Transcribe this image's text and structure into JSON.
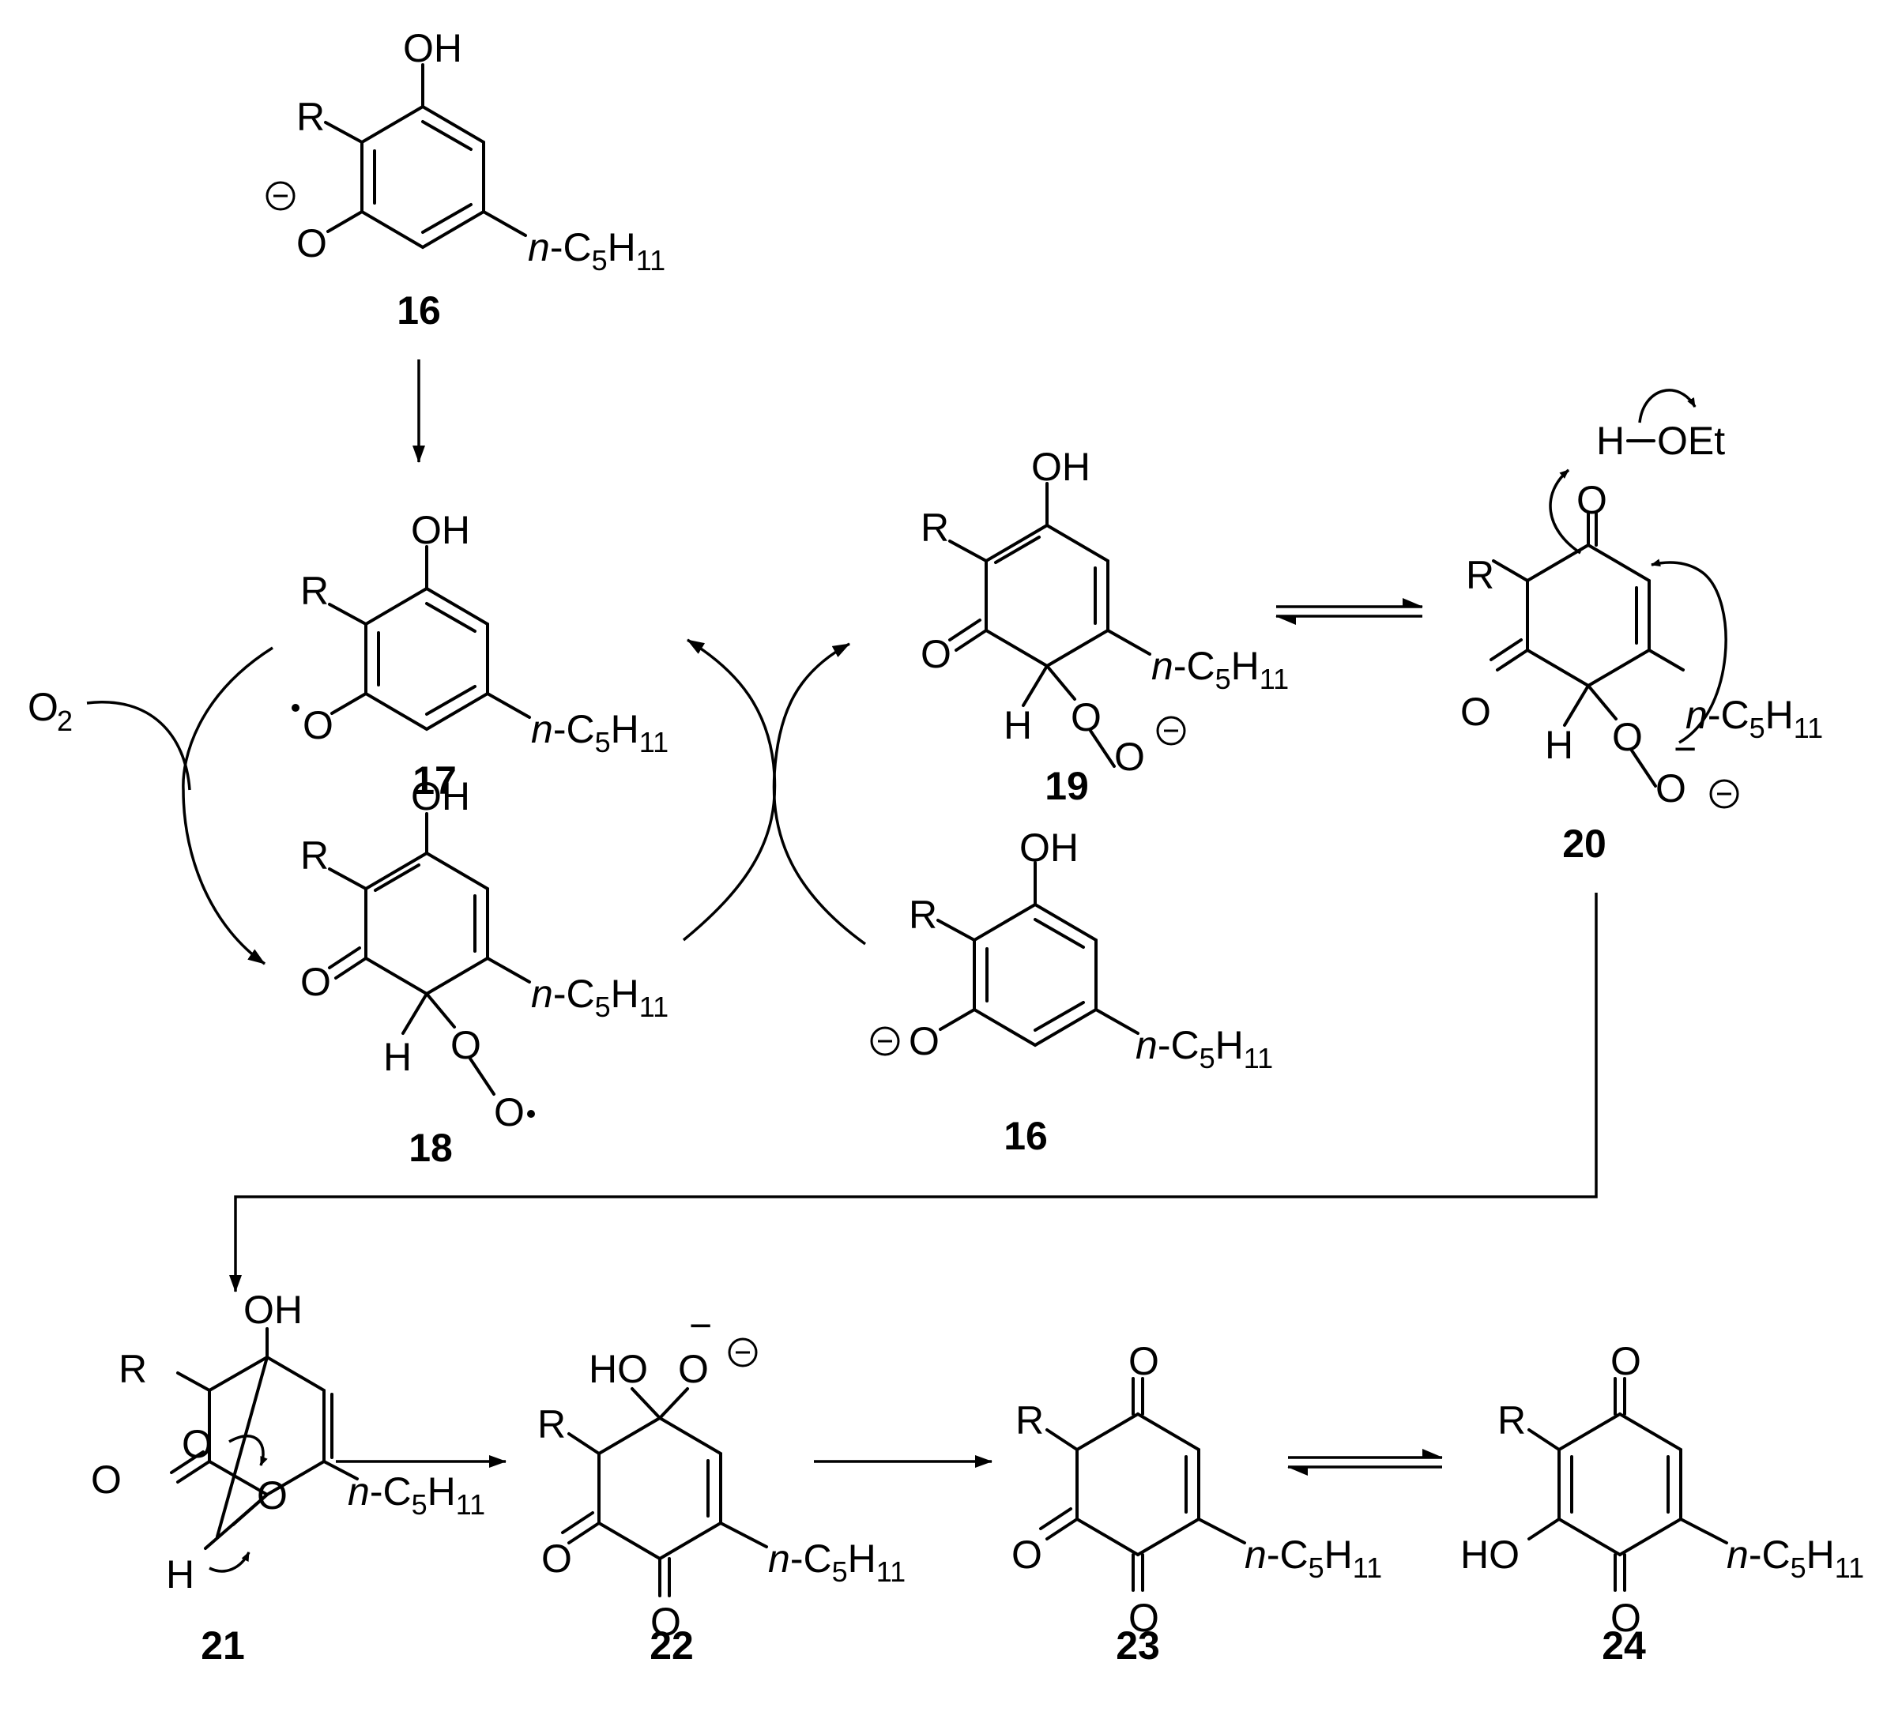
{
  "atoms": {
    "OH": "OH",
    "O": "O",
    "R": "R",
    "H": "H",
    "HO": "HO",
    "n_prefix": "n",
    "dash_C": "-C",
    "sub5": "5",
    "H_atom": "H",
    "sub11": "11",
    "minus": "−",
    "radical": "•"
  },
  "reagents": {
    "o2_O": "O",
    "o2_sub": "2",
    "ethanol_H": "H",
    "ethanol_OEt": "OEt"
  },
  "compounds": {
    "c16_top": "16",
    "c16_right": "16",
    "c17": "17",
    "c18": "18",
    "c19": "19",
    "c20": "20",
    "c21": "21",
    "c22": "22",
    "c23": "23",
    "c24": "24"
  }
}
